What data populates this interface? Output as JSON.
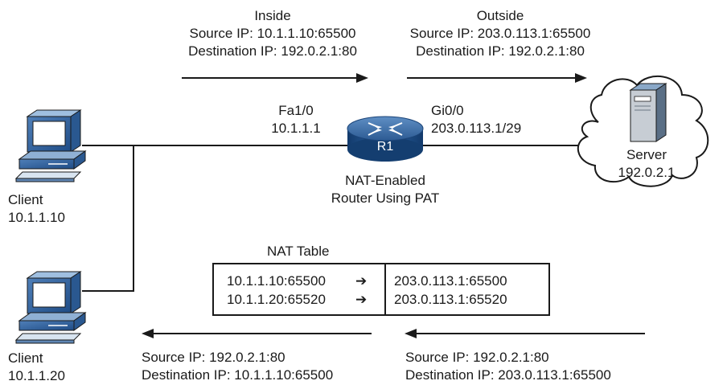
{
  "top": {
    "inside": {
      "title": "Inside",
      "source": "Source IP: 10.1.1.10:65500",
      "destination": "Destination IP: 192.0.2.1:80"
    },
    "outside": {
      "title": "Outside",
      "source": "Source IP: 203.0.113.1:65500",
      "destination": "Destination IP: 192.0.2.1:80"
    }
  },
  "router": {
    "name": "R1",
    "inside_interface": "Fa1/0",
    "inside_ip": "10.1.1.1",
    "outside_interface": "Gi0/0",
    "outside_ip": "203.0.113.1/29",
    "caption_line1": "NAT-Enabled",
    "caption_line2": "Router Using PAT"
  },
  "server": {
    "label": "Server",
    "ip": "192.0.2.1"
  },
  "clients": [
    {
      "label": "Client",
      "ip": "10.1.1.10"
    },
    {
      "label": "Client",
      "ip": "10.1.1.20"
    }
  ],
  "nat_table": {
    "title": "NAT Table",
    "rows": [
      {
        "inside": "10.1.1.10:65500",
        "outside": "203.0.113.1:65500"
      },
      {
        "inside": "10.1.1.20:65520",
        "outside": "203.0.113.1:65520"
      }
    ]
  },
  "bottom": {
    "left": {
      "source": "Source IP: 192.0.2.1:80",
      "destination": "Destination IP: 10.1.1.10:65500"
    },
    "right": {
      "source": "Source IP: 192.0.2.1:80",
      "destination": "Destination IP: 203.0.113.1:65500"
    }
  }
}
